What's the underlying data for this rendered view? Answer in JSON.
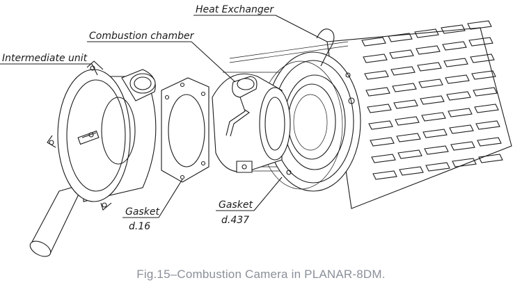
{
  "labels": {
    "heat_exchanger": "Heat Exchanger",
    "combustion_chamber": "Combustion chamber",
    "intermediate_unit": "Intermediate unit",
    "gasket_1": "Gasket",
    "gasket_1_size": "d.16",
    "gasket_2": "Gasket",
    "gasket_2_size": "d.437"
  },
  "caption": "Fig.15–Combustion Camera in PLANAR-8DM."
}
